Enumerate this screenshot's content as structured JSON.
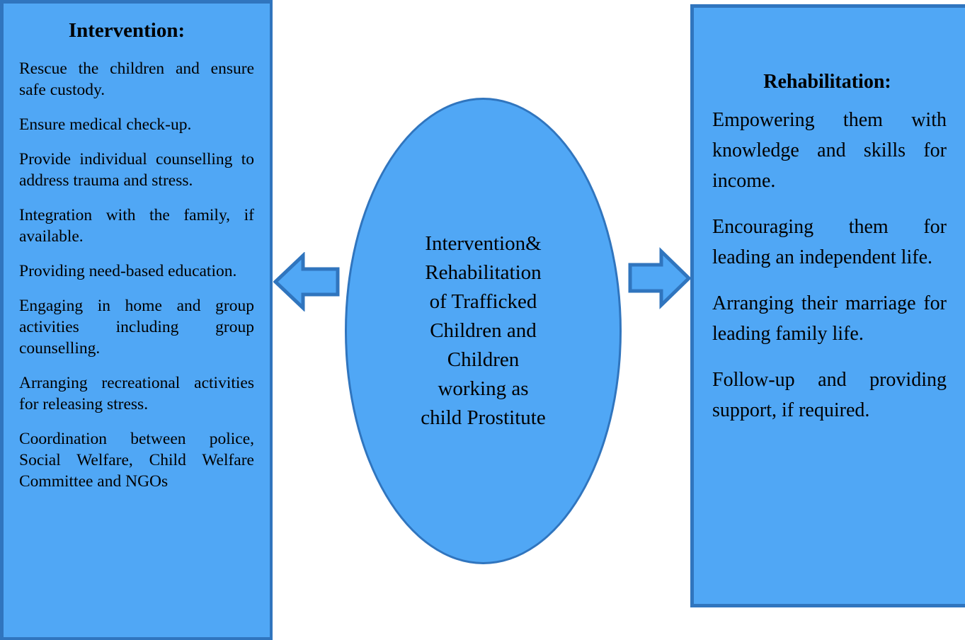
{
  "diagram": {
    "accent_fill": "#50A7F5",
    "accent_border": "#3075BE",
    "background": "#ffffff",
    "left_panel": {
      "title": "Intervention:",
      "items": [
        "Rescue the children and ensure safe custody.",
        "Ensure medical check-up.",
        "Provide individual counselling to address trauma and stress.",
        "Integration with the family, if available.",
        "Providing need-based education.",
        "Engaging in home and group activities including group counselling.",
        "Arranging recreational activities for releasing stress.",
        "Coordination between police, Social Welfare, Child Welfare Committee and NGOs"
      ]
    },
    "center": {
      "text": "Intervention&\nRehabilitation\nof Trafficked\nChildren and\nChildren\nworking as\nchild Prostitute"
    },
    "right_panel": {
      "title": "Rehabilitation:",
      "items": [
        "Empowering them with knowledge and skills for income.",
        "Encouraging them for leading an independent life.",
        "Arranging their marriage for leading family life.",
        "Follow-up and providing support, if required."
      ]
    },
    "arrows": {
      "left_label": "left-arrow",
      "right_label": "right-arrow"
    }
  }
}
